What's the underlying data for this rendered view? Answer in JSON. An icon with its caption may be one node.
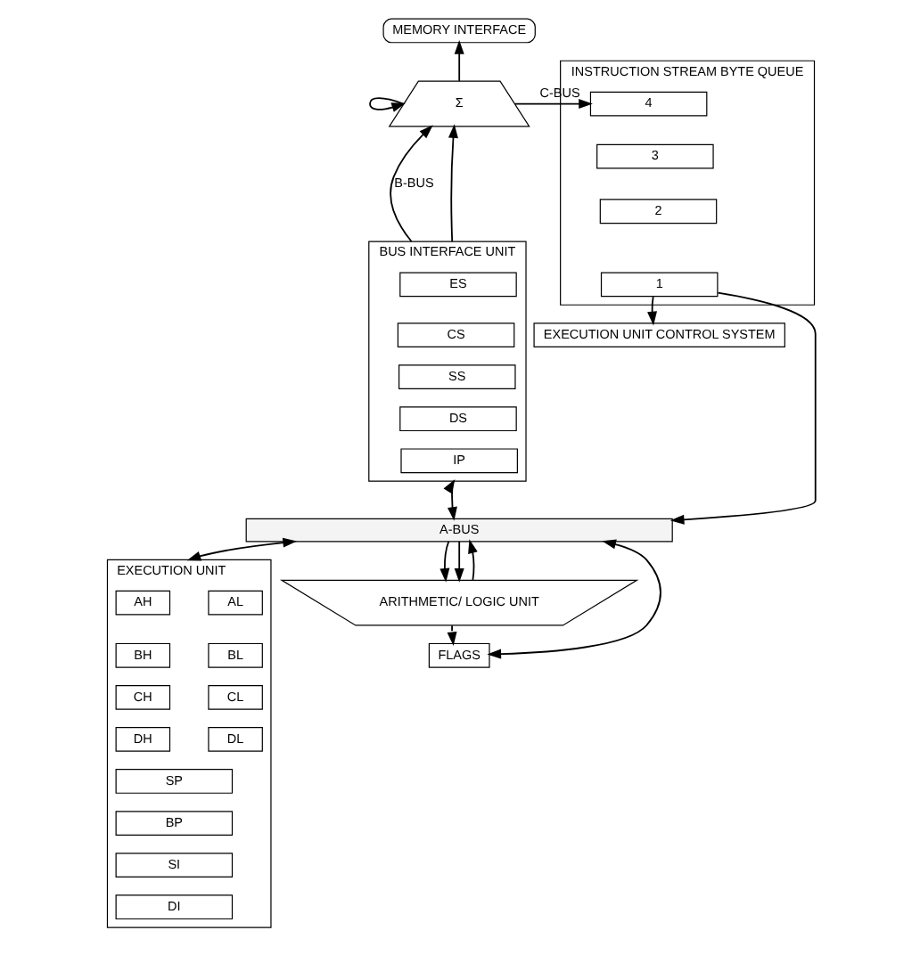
{
  "diagram": {
    "nodes": [
      {
        "text": [
          "MEMORY INTERFACE"
        ]
      },
      {
        "text": [
          "Σ"
        ]
      },
      {
        "text": [
          "BUS INTERFACE UNIT"
        ]
      },
      {
        "text": [
          "ES"
        ],
        "in": 2
      },
      {
        "text": [
          "CS"
        ],
        "in": 2
      },
      {
        "text": [
          "SS"
        ],
        "in": 2
      },
      {
        "text": [
          "DS"
        ],
        "in": 2
      },
      {
        "text": [
          "IP"
        ],
        "in": 2
      },
      {
        "text": [
          "INSTRUCTION STREAM BYTE QUEUE"
        ]
      },
      {
        "text": [
          "4"
        ],
        "in": 8
      },
      {
        "text": [
          "3"
        ],
        "in": 8
      },
      {
        "text": [
          "2"
        ],
        "in": 8
      },
      {
        "text": [
          "1"
        ],
        "in": 8
      },
      {
        "text": [
          "EXECUTION UNIT CONTROL SYSTEM"
        ]
      },
      {
        "text": [
          "A-BUS"
        ]
      },
      {
        "text": [
          "EXECUTION UNIT"
        ]
      },
      {
        "text": [
          "AH"
        ],
        "in": 15
      },
      {
        "text": [
          "AL"
        ],
        "in": 15
      },
      {
        "text": [
          "BH"
        ],
        "in": 15
      },
      {
        "text": [
          "BL"
        ],
        "in": 15
      },
      {
        "text": [
          "CH"
        ],
        "in": 15
      },
      {
        "text": [
          "CL"
        ],
        "in": 15
      },
      {
        "text": [
          "DH"
        ],
        "in": 15
      },
      {
        "text": [
          "DL"
        ],
        "in": 15
      },
      {
        "text": [
          "SP"
        ],
        "in": 15
      },
      {
        "text": [
          "BP"
        ],
        "in": 15
      },
      {
        "text": [
          "SI"
        ],
        "in": 15
      },
      {
        "text": [
          "DI"
        ],
        "in": 15
      },
      {
        "text": [
          "ARITHMETIC/ LOGIC UNIT"
        ]
      },
      {
        "text": [
          "FLAGS"
        ]
      }
    ],
    "edges": [
      {
        "from": 1,
        "to": 0,
        "arrow": "to"
      },
      {
        "from": 1,
        "to": 9,
        "arrow": "to",
        "label": "C-BUS"
      },
      {
        "from": 1,
        "to": 1,
        "arrow": "to"
      },
      {
        "from": 2,
        "to": 1,
        "arrow": "to",
        "label": "B-BUS"
      },
      {
        "from": 2,
        "to": 1,
        "arrow": "to"
      },
      {
        "from": 12,
        "to": 13,
        "arrow": "to"
      },
      {
        "from": 12,
        "to": 14,
        "arrow": "to"
      },
      {
        "from": 2,
        "to": 14,
        "arrow": "both"
      },
      {
        "from": 14,
        "to": 15,
        "arrow": "both"
      },
      {
        "from": 14,
        "to": 28,
        "arrow": "to"
      },
      {
        "from": 14,
        "to": 28,
        "arrow": "to"
      },
      {
        "from": 28,
        "to": 14,
        "arrow": "to"
      },
      {
        "from": 28,
        "to": 29,
        "arrow": "to",
        "style": "dashed"
      },
      {
        "from": 29,
        "to": 14,
        "arrow": "both"
      }
    ]
  }
}
